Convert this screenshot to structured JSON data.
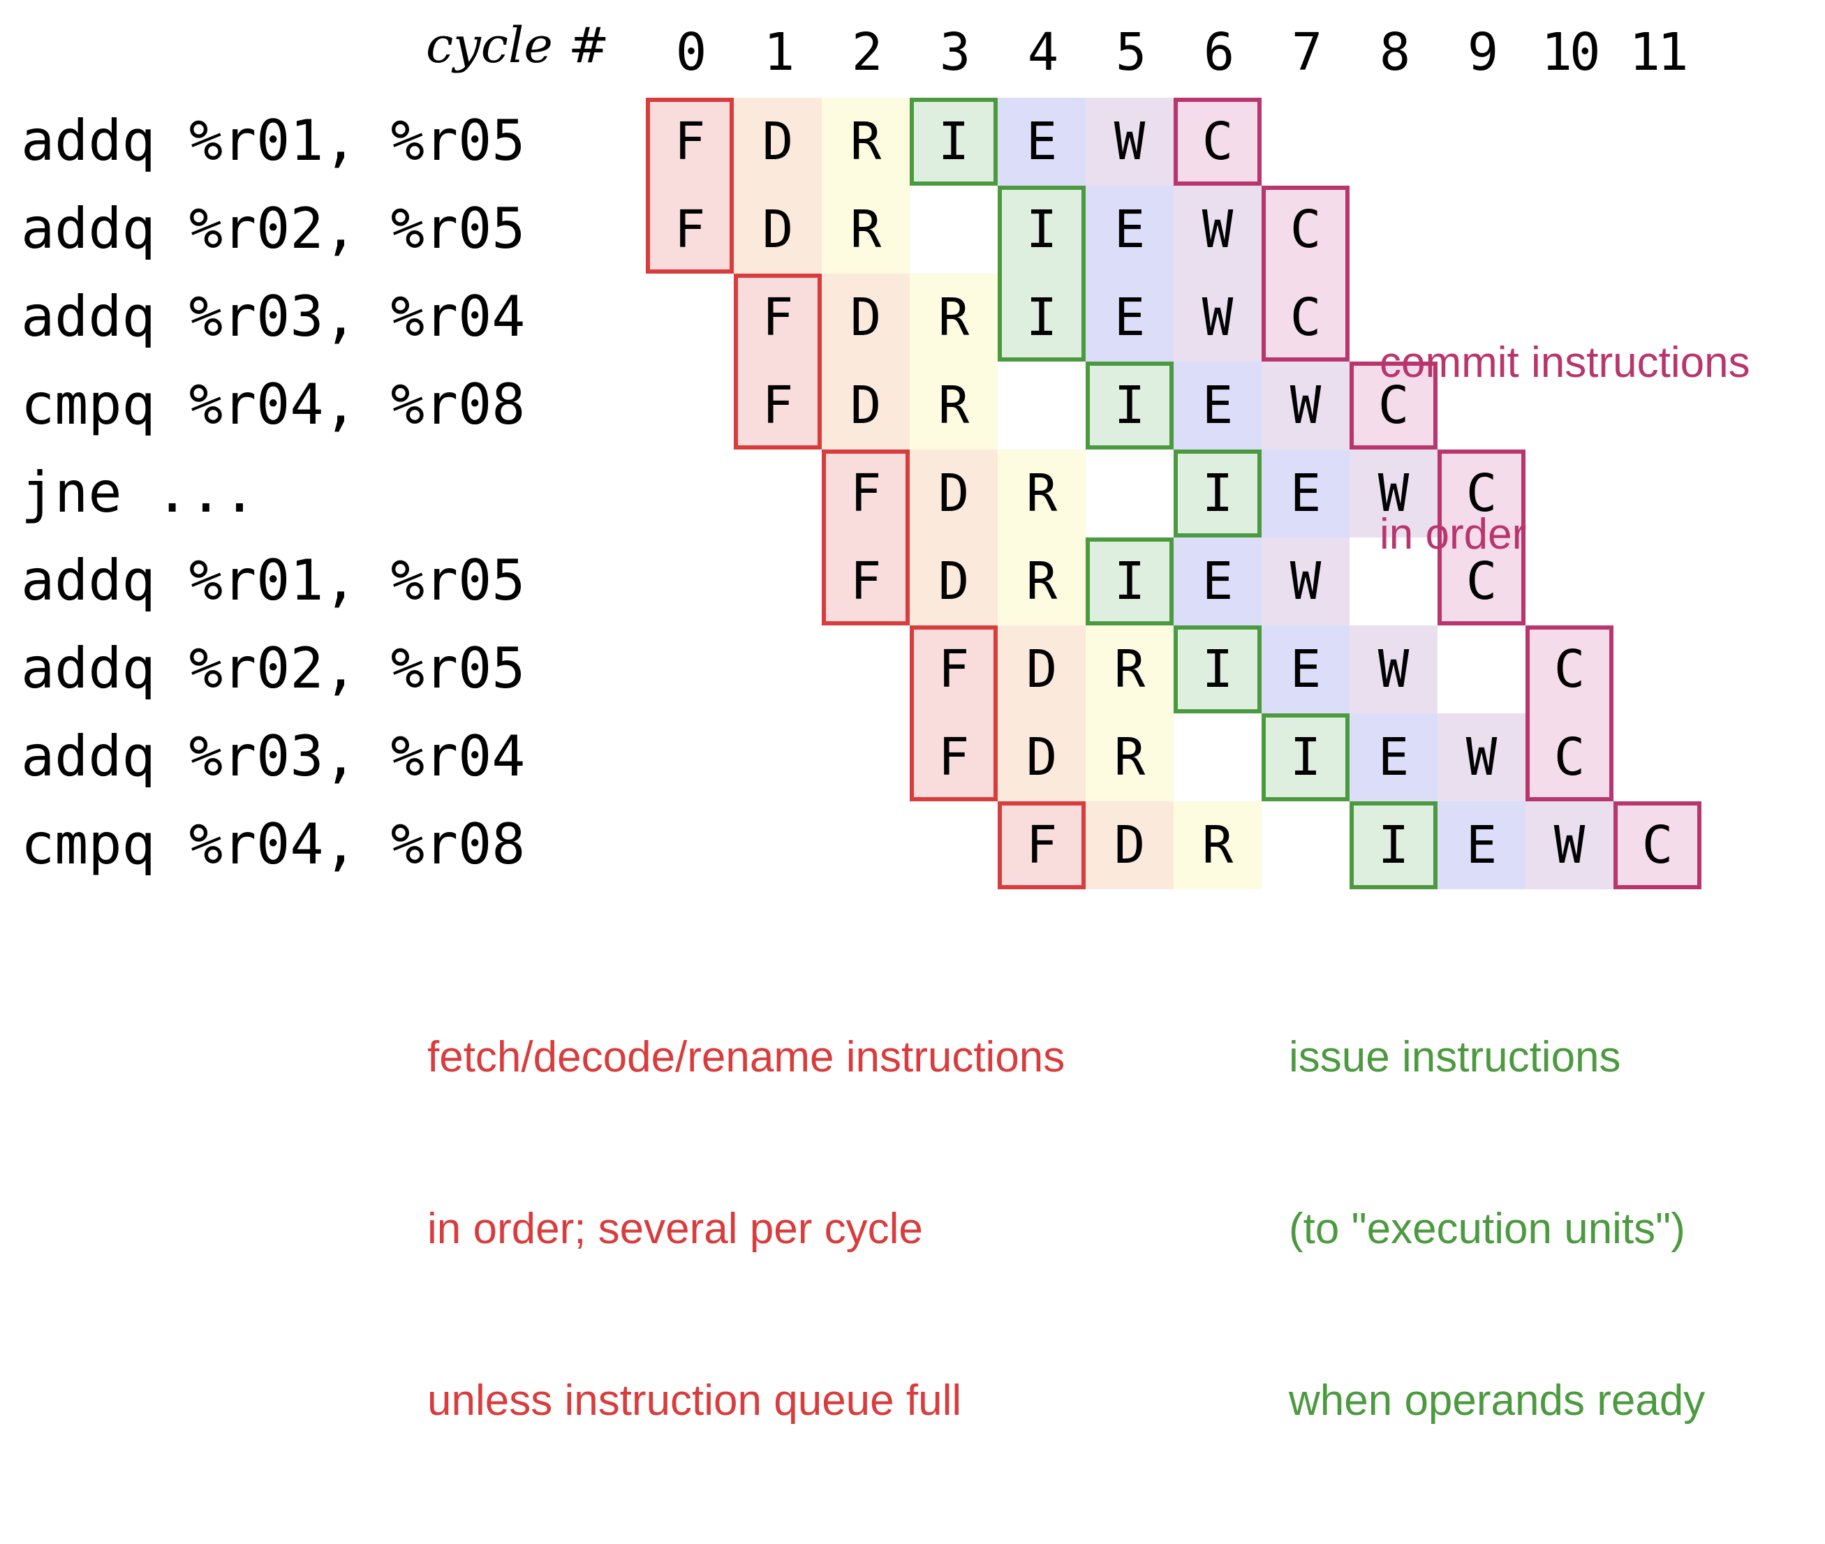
{
  "header": {
    "cycle_label": "cycle #",
    "cycles": [
      "0",
      "1",
      "2",
      "3",
      "4",
      "5",
      "6",
      "7",
      "8",
      "9",
      "10",
      "11"
    ]
  },
  "instructions": [
    {
      "text": "addq %r01, %r05",
      "stages": {
        "F": 0,
        "D": 1,
        "R": 2,
        "I": 3,
        "E": 4,
        "W": 5,
        "C": 6
      }
    },
    {
      "text": "addq %r02, %r05",
      "stages": {
        "F": 0,
        "D": 1,
        "R": 2,
        "I": 4,
        "E": 5,
        "W": 6,
        "C": 7
      }
    },
    {
      "text": "addq %r03, %r04",
      "stages": {
        "F": 1,
        "D": 2,
        "R": 3,
        "I": 4,
        "E": 5,
        "W": 6,
        "C": 7
      }
    },
    {
      "text": "cmpq %r04, %r08",
      "stages": {
        "F": 1,
        "D": 2,
        "R": 3,
        "I": 5,
        "E": 6,
        "W": 7,
        "C": 8
      }
    },
    {
      "text": "jne ...",
      "stages": {
        "F": 2,
        "D": 3,
        "R": 4,
        "I": 6,
        "E": 7,
        "W": 8,
        "C": 9
      }
    },
    {
      "text": "addq %r01, %r05",
      "stages": {
        "F": 2,
        "D": 3,
        "R": 4,
        "I": 5,
        "E": 6,
        "W": 7,
        "C": 9
      }
    },
    {
      "text": "addq %r02, %r05",
      "stages": {
        "F": 3,
        "D": 4,
        "R": 5,
        "I": 6,
        "E": 7,
        "W": 8,
        "C": 10
      }
    },
    {
      "text": "addq %r03, %r04",
      "stages": {
        "F": 3,
        "D": 4,
        "R": 5,
        "I": 7,
        "E": 8,
        "W": 9,
        "C": 10
      }
    },
    {
      "text": "cmpq %r04, %r08",
      "stages": {
        "F": 4,
        "D": 5,
        "R": 6,
        "I": 8,
        "E": 9,
        "W": 10,
        "C": 11
      }
    }
  ],
  "stage_order": [
    "F",
    "D",
    "R",
    "I",
    "E",
    "W",
    "C"
  ],
  "colors": {
    "F_fill": "#f9dcdc",
    "D_fill": "#fbe9dc",
    "R_fill": "#fdfbe0",
    "I_fill": "#deeedf",
    "E_fill": "#dcddf9",
    "W_fill": "#e9dfef",
    "C_fill": "#f5dcea",
    "fetch_border": "#d93c3c",
    "issue_border": "#4c9a3f",
    "commit_border": "#b8356e"
  },
  "annotations": {
    "fetch": [
      "fetch/decode/rename instructions",
      "in order; several per cycle",
      "unless instruction queue full"
    ],
    "issue": [
      "issue instructions",
      "(to \"execution units\")",
      "when operands ready"
    ],
    "commit": [
      "commit instructions",
      "in order"
    ]
  }
}
